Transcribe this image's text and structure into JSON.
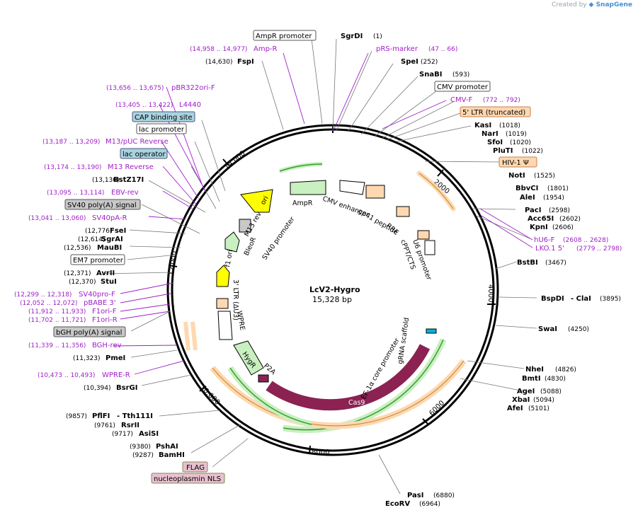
{
  "credit": {
    "prefix": "Created by",
    "brand": "SnapGene"
  },
  "plasmid": {
    "name": "LcV2-Hygro",
    "size": "15,328 bp"
  },
  "ticks": [
    "2000",
    "4000",
    "6000",
    "8000",
    "10,000",
    "12,000",
    "14,000"
  ],
  "sites_right": [
    {
      "name": "SgrDI",
      "pos": "(1)"
    },
    {
      "name": "pRS-marker",
      "pos": "(47 .. 66)"
    },
    {
      "name": "SpeI",
      "pos": "(252)"
    },
    {
      "name": "SnaBI",
      "pos": "(593)"
    },
    {
      "name": "CMV promoter",
      "pos": ""
    },
    {
      "name": "CMV-F",
      "pos": "(772 .. 792)"
    },
    {
      "name": "5' LTR (truncated)",
      "pos": ""
    },
    {
      "name": "KasI",
      "pos": "(1018)"
    },
    {
      "name": "NarI",
      "pos": "(1019)"
    },
    {
      "name": "SfoI",
      "pos": "(1020)"
    },
    {
      "name": "PluTI",
      "pos": "(1022)"
    },
    {
      "name": "HIV-1 Ψ",
      "pos": ""
    },
    {
      "name": "NotI",
      "pos": "(1525)"
    },
    {
      "name": "BbvCI",
      "pos": "(1801)"
    },
    {
      "name": "AleI",
      "pos": "(1954)"
    },
    {
      "name": "PacI",
      "pos": "(2598)"
    },
    {
      "name": "Acc65I",
      "pos": "(2602)"
    },
    {
      "name": "KpnI",
      "pos": "(2606)"
    },
    {
      "name": "hU6-F",
      "pos": "(2608 .. 2628)"
    },
    {
      "name": "LKO.1 5'",
      "pos": "(2779 .. 2798)"
    },
    {
      "name": "BstBI",
      "pos": "(3467)"
    },
    {
      "name": "BspDI",
      "pos": "- ClaI"
    },
    {
      "name": "",
      "pos": "(3895)"
    },
    {
      "name": "SwaI",
      "pos": "(4250)"
    },
    {
      "name": "NheI",
      "pos": "(4826)"
    },
    {
      "name": "BmtI",
      "pos": "(4830)"
    },
    {
      "name": "AgeI",
      "pos": "(5088)"
    },
    {
      "name": "XbaI",
      "pos": "(5094)"
    },
    {
      "name": "AfeI",
      "pos": "(5101)"
    },
    {
      "name": "PasI",
      "pos": "(6880)"
    },
    {
      "name": "EcoRV",
      "pos": "(6964)"
    }
  ],
  "sites_left": [
    {
      "name": "AmpR promoter",
      "pos": ""
    },
    {
      "name": "Amp-R",
      "pos": "(14,958 .. 14,977)"
    },
    {
      "name": "FspI",
      "pos": "(14,630)"
    },
    {
      "name": "pBR322ori-F",
      "pos": "(13,656 .. 13,675)"
    },
    {
      "name": "L4440",
      "pos": "(13,405 .. 13,422)"
    },
    {
      "name": "CAP binding site",
      "pos": ""
    },
    {
      "name": "lac promoter",
      "pos": ""
    },
    {
      "name": "M13/pUC Reverse",
      "pos": "(13,187 .. 13,209)"
    },
    {
      "name": "lac operator",
      "pos": ""
    },
    {
      "name": "M13 Reverse",
      "pos": "(13,174 .. 13,190)"
    },
    {
      "name": "BstZ17I",
      "pos": "(13,136)"
    },
    {
      "name": "EBV-rev",
      "pos": "(13,095 .. 13,114)"
    },
    {
      "name": "SV40 poly(A) signal",
      "pos": ""
    },
    {
      "name": "SV40pA-R",
      "pos": "(13,041 .. 13,060)"
    },
    {
      "name": "FseI",
      "pos": "(12,776)"
    },
    {
      "name": "SgrAI",
      "pos": "(12,614)"
    },
    {
      "name": "MauBI",
      "pos": "(12,536)"
    },
    {
      "name": "EM7 promoter",
      "pos": ""
    },
    {
      "name": "AvrII",
      "pos": "(12,371)"
    },
    {
      "name": "StuI",
      "pos": "(12,370)"
    },
    {
      "name": "SV40pro-F",
      "pos": "(12,299 .. 12,318)"
    },
    {
      "name": "pBABE 3'",
      "pos": "(12,052 .. 12,072)"
    },
    {
      "name": "F1ori-F",
      "pos": "(11,912 .. 11,933)"
    },
    {
      "name": "F1ori-R",
      "pos": "(11,702 .. 11,721)"
    },
    {
      "name": "bGH poly(A) signal",
      "pos": ""
    },
    {
      "name": "BGH-rev",
      "pos": "(11,339 .. 11,356)"
    },
    {
      "name": "PmeI",
      "pos": "(11,323)"
    },
    {
      "name": "WPRE-R",
      "pos": "(10,473 .. 10,493)"
    },
    {
      "name": "BsrGI",
      "pos": "(10,394)"
    },
    {
      "name": "PflFI",
      "pos": "(9857)"
    },
    {
      "name": "- Tth111I",
      "pos": ""
    },
    {
      "name": "RsrII",
      "pos": "(9761)"
    },
    {
      "name": "AsiSI",
      "pos": "(9717)"
    },
    {
      "name": "PshAI",
      "pos": "(9380)"
    },
    {
      "name": "BamHI",
      "pos": "(9287)"
    },
    {
      "name": "FLAG",
      "pos": ""
    },
    {
      "name": "nucleoplasmin NLS",
      "pos": ""
    }
  ],
  "features": [
    "ori",
    "AmpR",
    "M13 rev",
    "CMV enhancer",
    "gp41 peptide",
    "RRE",
    "cPPT/CTS",
    "U6 promoter",
    "gRNA scaffold",
    "EF-1α core promoter",
    "Cas9",
    "P2A",
    "HygR",
    "WPRE",
    "3' LTR (ΔU3)",
    "f1 ori",
    "SV40 promoter",
    "BleoR"
  ],
  "colors": {
    "primer": "#a020c8",
    "cas9": "#8b2252",
    "green_arrow": "#c8f0c0",
    "orange_feature": "#ffd8b0",
    "yellow": "#ffff00",
    "gray_box": "#c8c8c8",
    "blue_box": "#a8d4e0",
    "pink_box": "#e8c0d0"
  }
}
